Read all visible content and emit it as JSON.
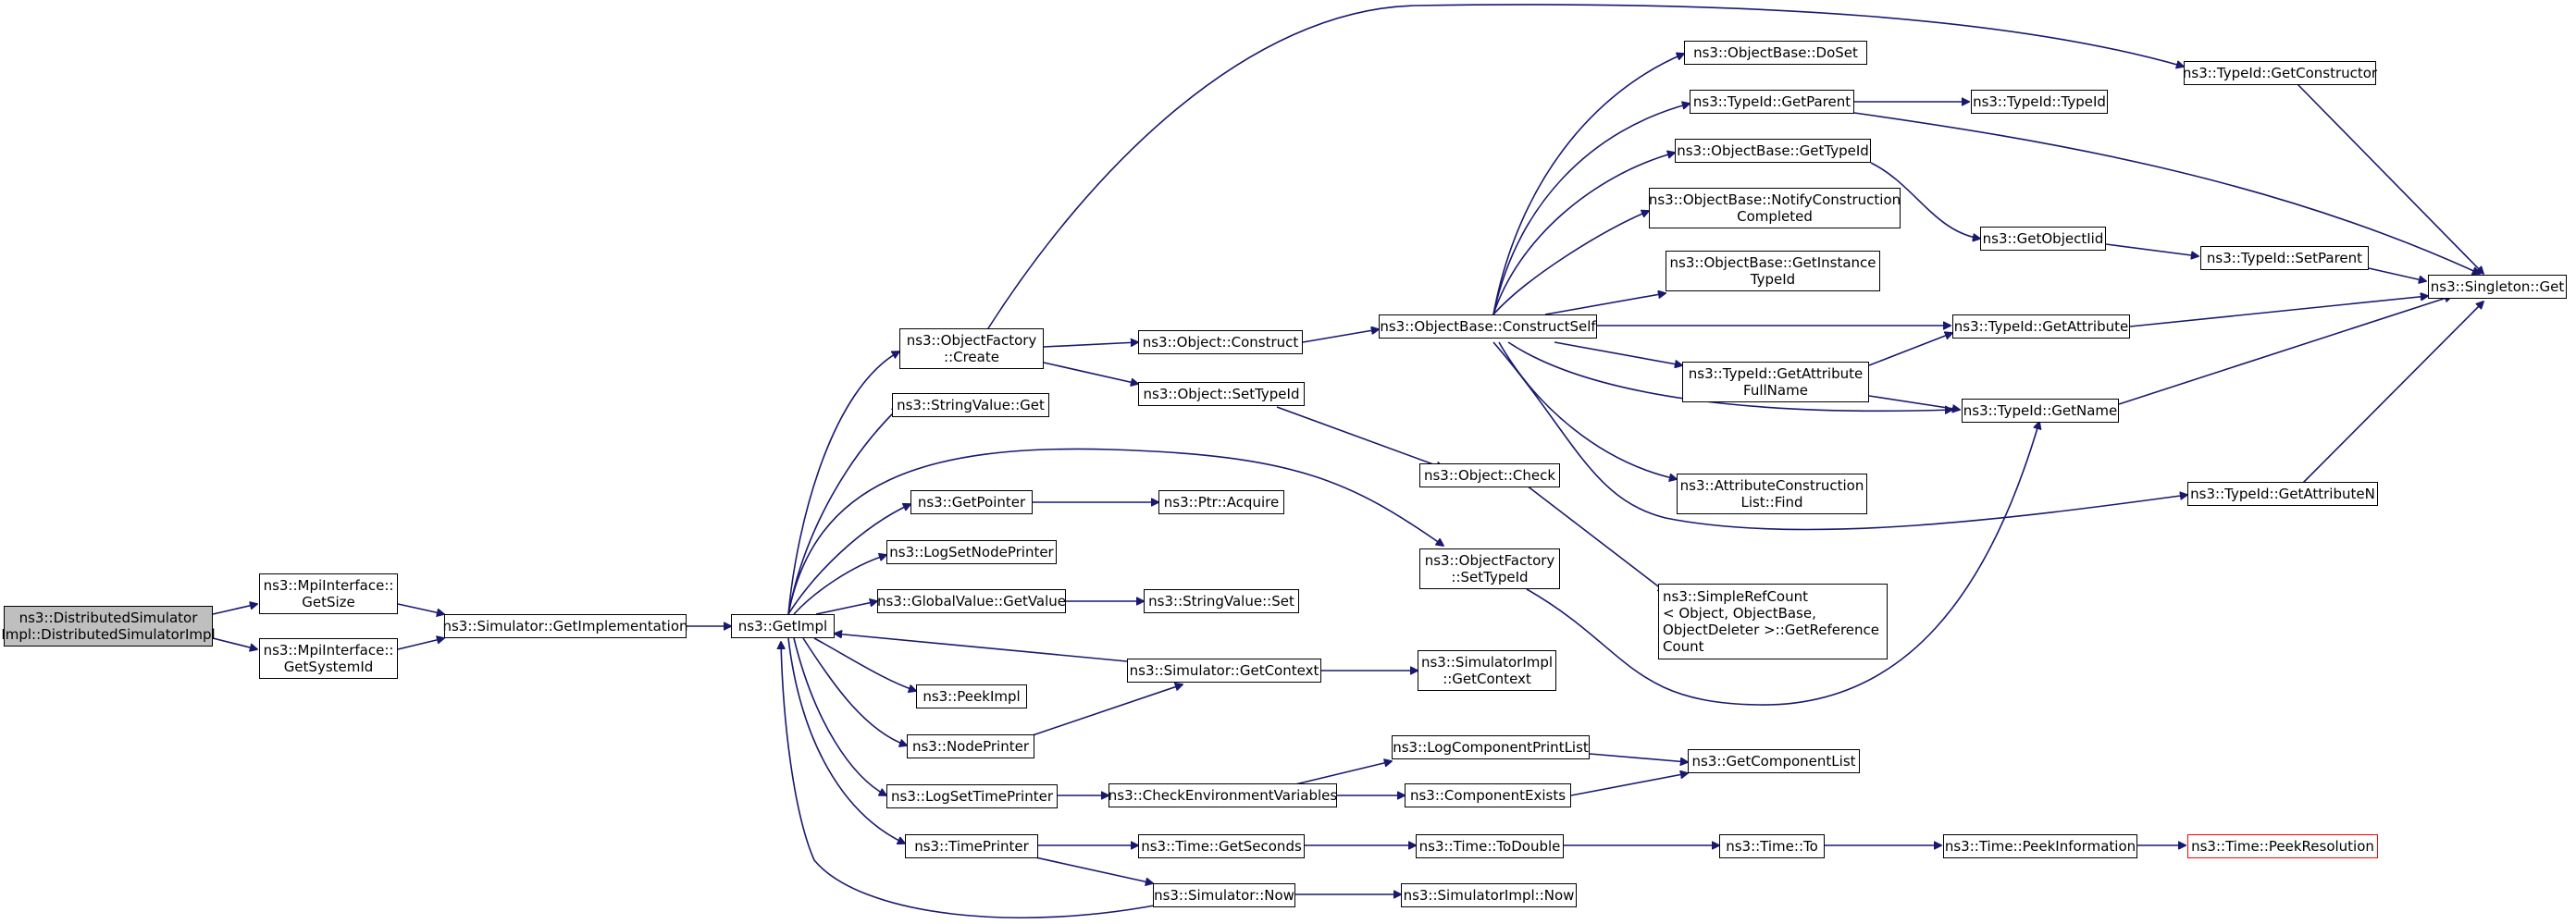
{
  "colors": {
    "edge": "#191970",
    "node_border": "#000000",
    "root_fill": "#bfbfbf",
    "highlight_border": "#ff0000"
  },
  "nodes": {
    "root": "ns3::DistributedSimulator\nImpl::DistributedSimulatorImpl",
    "mpi_getsize": "ns3::MpiInterface::\nGetSize",
    "mpi_getsystemid": "ns3::MpiInterface::\nGetSystemId",
    "sim_getimpl": "ns3::Simulator::GetImplementation",
    "getimpl": "ns3::GetImpl",
    "of_create": "ns3::ObjectFactory\n::Create",
    "sv_get": "ns3::StringValue::Get",
    "getpointer": "ns3::GetPointer",
    "logsetnodeprinter": "ns3::LogSetNodePrinter",
    "gv_getvalue": "ns3::GlobalValue::GetValue",
    "peekimpl": "ns3::PeekImpl",
    "nodeprinter": "ns3::NodePrinter",
    "logsettimeprinter": "ns3::LogSetTimePrinter",
    "timeprinter": "ns3::TimePrinter",
    "obj_construct": "ns3::Object::Construct",
    "obj_settypeid": "ns3::Object::SetTypeId",
    "ptr_acquire": "ns3::Ptr::Acquire",
    "sv_set": "ns3::StringValue::Set",
    "sim_getcontext": "ns3::Simulator::GetContext",
    "checkenv": "ns3::CheckEnvironmentVariables",
    "time_getseconds": "ns3::Time::GetSeconds",
    "sim_now": "ns3::Simulator::Now",
    "ob_constructself": "ns3::ObjectBase::ConstructSelf",
    "obj_check": "ns3::Object::Check",
    "of_settypeid": "ns3::ObjectFactory\n::SetTypeId",
    "simimpl_getcontext": "ns3::SimulatorImpl\n::GetContext",
    "logcompprintlist": "ns3::LogComponentPrintList",
    "compexists": "ns3::ComponentExists",
    "time_todouble": "ns3::Time::ToDouble",
    "simimpl_now": "ns3::SimulatorImpl::Now",
    "ob_doset": "ns3::ObjectBase::DoSet",
    "tid_getparent": "ns3::TypeId::GetParent",
    "ob_gettypeid": "ns3::ObjectBase::GetTypeId",
    "ob_notify": "ns3::ObjectBase::NotifyConstruction\nCompleted",
    "ob_getinstance": "ns3::ObjectBase::GetInstance\nTypeId",
    "tid_getattrfullname": "ns3::TypeId::GetAttribute\nFullName",
    "attrconstr_find": "ns3::AttributeConstruction\nList::Find",
    "simplerefcount": "ns3::SimpleRefCount\n< Object, ObjectBase,\n ObjectDeleter >::GetReference\nCount",
    "getcomponentlist": "ns3::GetComponentList",
    "time_to": "ns3::Time::To",
    "tid_getconstructor": "ns3::TypeId::GetConstructor",
    "tid_typeid": "ns3::TypeId::TypeId",
    "getobjectiid": "ns3::GetObjectIid",
    "tid_setparent": "ns3::TypeId::SetParent",
    "tid_getattribute": "ns3::TypeId::GetAttribute",
    "tid_getname": "ns3::TypeId::GetName",
    "tid_getattributen": "ns3::TypeId::GetAttributeN",
    "time_peekinfo": "ns3::Time::PeekInformation",
    "time_peekres": "ns3::Time::PeekResolution",
    "singleton_get": "ns3::Singleton::Get"
  }
}
